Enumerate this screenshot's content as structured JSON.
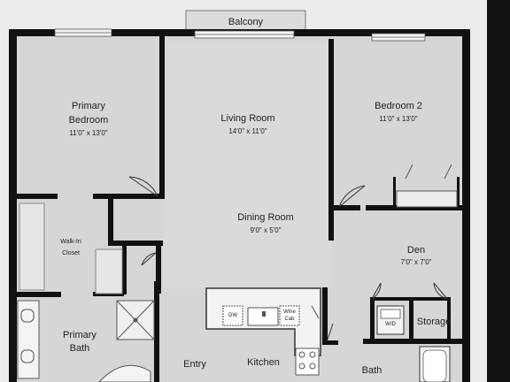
{
  "balcony": {
    "name": "Balcony"
  },
  "rooms": {
    "primary_bedroom": {
      "name_line1": "Primary",
      "name_line2": "Bedroom",
      "dims": "11'0\" x 13'0\""
    },
    "living_room": {
      "name": "Living Room",
      "dims": "14'0\" x 11'0\""
    },
    "bedroom2": {
      "name": "Bedroom 2",
      "dims": "11'0\" x 13'0\""
    },
    "walk_in_closet": {
      "name_line1": "Walk-In",
      "name_line2": "Closet"
    },
    "dining_room": {
      "name": "Dining Room",
      "dims": "9'0\" x 5'0\""
    },
    "den": {
      "name": "Den",
      "dims": "7'0\" x 7'0\""
    },
    "primary_bath": {
      "name_line1": "Primary",
      "name_line2": "Bath"
    },
    "entry": {
      "name": "Entry"
    },
    "kitchen": {
      "name": "Kitchen"
    },
    "bath": {
      "name": "Bath"
    },
    "storage": {
      "name": "Storage"
    }
  },
  "fixtures": {
    "dishwasher": "DW",
    "wine_cab_line1": "Wine",
    "wine_cab_line2": "Cab",
    "washer_dryer": "W/D"
  },
  "colors": {
    "floor": "#d7d7d7",
    "wall": "#111111",
    "page": "#eeeeee",
    "counter": "#f4f4f4"
  }
}
